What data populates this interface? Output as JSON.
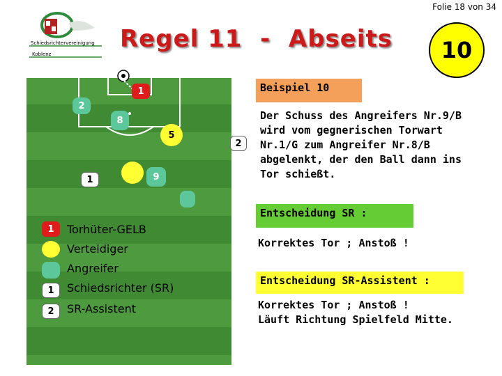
{
  "slide": {
    "counter": "Folie 18 von 34"
  },
  "title": "Regel 11  -  Abseits",
  "example_number": "10",
  "logo": {
    "text_line1": "Schiedsrichtervereinigung",
    "text_line2": "Koblenz"
  },
  "field": {
    "players": {
      "ball_attacker": "1",
      "referee_assistant_top": "2",
      "attacker_8": "8",
      "defender_5": "5",
      "referee_1": "1",
      "defender_9": "9",
      "assistant_mid": "2"
    }
  },
  "legend": [
    {
      "marker": "1",
      "label": "Torhüter-GELB"
    },
    {
      "marker": "",
      "label": "Verteidiger"
    },
    {
      "marker": "",
      "label": "Angreifer"
    },
    {
      "marker": "1",
      "label": "Schiedsrichter (SR)"
    },
    {
      "marker": "2",
      "label": "SR-Assistent"
    }
  ],
  "example": {
    "heading": "Beispiel 10",
    "description": [
      "Der Schuss des Angreifers Nr.9/B",
      "wird vom gegnerischen Torwart",
      "Nr.1/G zum Angreifer Nr.8/B",
      "abgelenkt, der den Ball  dann ins",
      "Tor schießt."
    ]
  },
  "decision_sr": {
    "heading": "Entscheidung SR :",
    "text": "Korrektes Tor ; Anstoß !"
  },
  "decision_assistant": {
    "heading": "Entscheidung SR-Assistent :",
    "lines": [
      "Korrektes Tor ; Anstoß !",
      "Läuft Richtung Spielfeld Mitte."
    ]
  },
  "colors": {
    "goalkeeper": "#e01b1b",
    "defender": "#ffff33",
    "attacker": "#5cc79a",
    "heading_box": "#f5a05a",
    "sr_box": "#66cc33",
    "title": "#cc1a1a"
  }
}
